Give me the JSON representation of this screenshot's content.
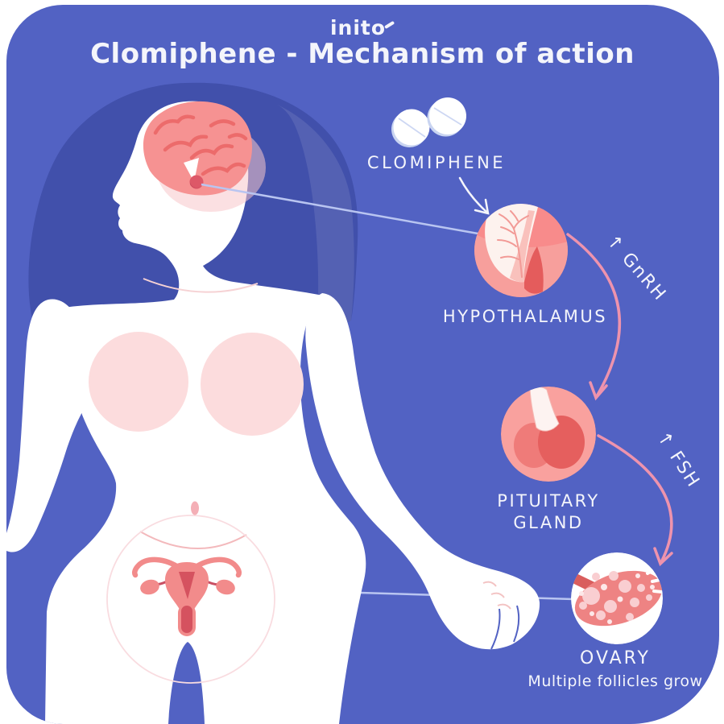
{
  "brand": {
    "name": "inito"
  },
  "header": {
    "title": "Clomiphene - Mechanism of action"
  },
  "diagram": {
    "drug": {
      "label": "CLOMIPHENE"
    },
    "nodes": [
      {
        "id": "hypothalamus",
        "label": "HYPOTHALAMUS"
      },
      {
        "id": "pituitary-gland",
        "label_line1": "PITUITARY",
        "label_line2": "GLAND"
      },
      {
        "id": "ovary",
        "label": "OVARY",
        "sublabel": "Multiple follicles grow"
      }
    ],
    "hormones": [
      {
        "id": "gnrh",
        "label": "↑ GnRH"
      },
      {
        "id": "fsh",
        "label": "↑ FSH"
      }
    ]
  },
  "colors": {
    "panel_blue": "#5262c3",
    "hair_blue": "#4150ab",
    "body_white": "#ffffff",
    "pale_pink": "#fcdcdd",
    "salmon": "#f88b8b",
    "dark_red": "#d5525f",
    "arc_pink": "#ee93ad",
    "connector_periwinkle": "#b9c5f1",
    "text_white": "#f4f5fb"
  }
}
